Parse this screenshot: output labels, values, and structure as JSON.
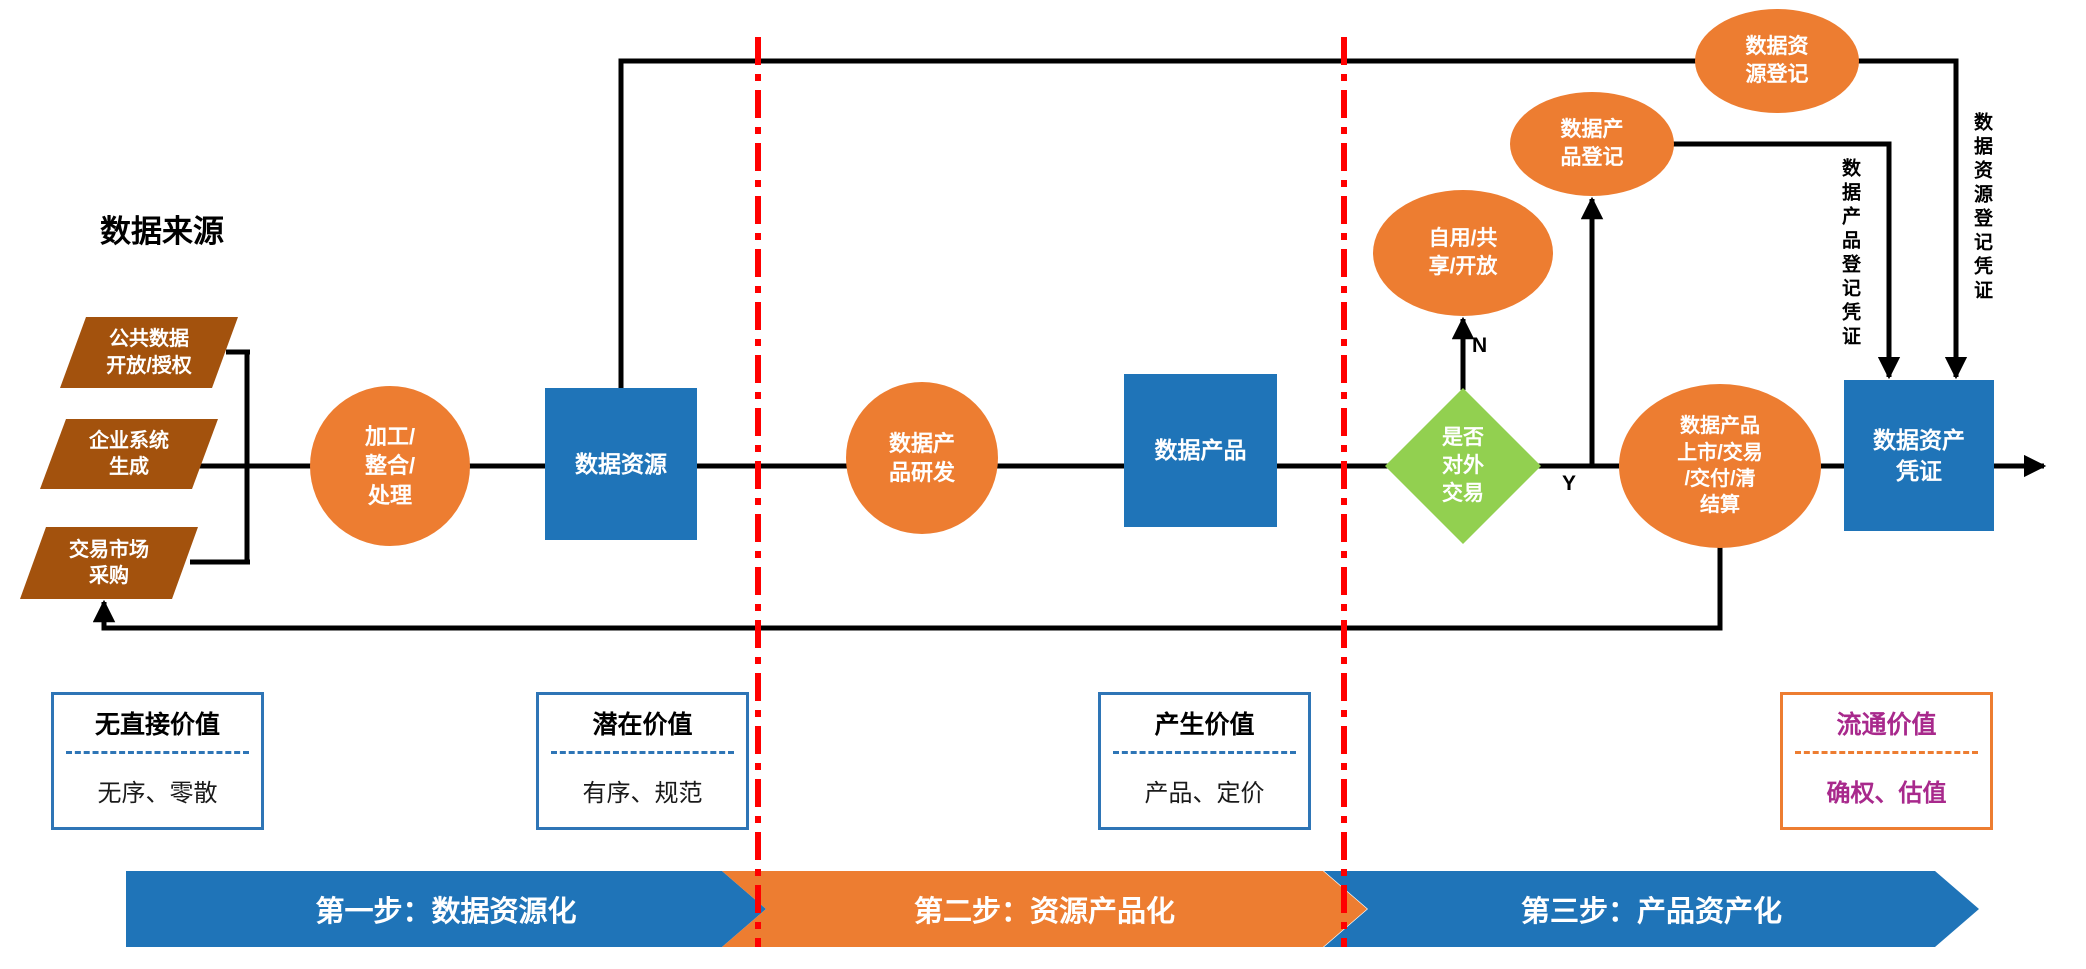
{
  "page": {
    "title": "数据来源"
  },
  "sources": [
    {
      "label": "公共数据\n开放/授权"
    },
    {
      "label": "企业系统\n生成"
    },
    {
      "label": "交易市场\n采购"
    }
  ],
  "process": {
    "processing_circle": "加工/\n整合/\n处理",
    "data_resource": "数据资源",
    "product_dev_circle": "数据产\n品研发",
    "data_product": "数据产品",
    "trade_decision": "是否\n对外\n交易",
    "decision_no": "N",
    "decision_yes": "Y",
    "self_use": "自用/共\n享/开放",
    "product_registration": "数据产\n品登记",
    "resource_registration": "数据资\n源登记",
    "market_listing": "数据产品\n上市/交易\n/交付/清\n结算",
    "asset_certificate": "数据资产\n凭证",
    "product_cert_label": "数据产品登记凭证",
    "resource_cert_label": "数据资源登记凭证"
  },
  "value_boxes": [
    {
      "title": "无直接价值",
      "body": "无序、零散",
      "theme": "blue"
    },
    {
      "title": "潜在价值",
      "body": "有序、规范",
      "theme": "blue"
    },
    {
      "title": "产生价值",
      "body": "产品、定价",
      "theme": "blue"
    },
    {
      "title": "流通价值",
      "body": "确权、估值",
      "theme": "orange-magenta"
    }
  ],
  "steps": [
    {
      "label": "第一步：数据资源化",
      "color": "#1F74B8"
    },
    {
      "label": "第二步：资源产品化",
      "color": "#ED7D31"
    },
    {
      "label": "第三步：产品资产化",
      "color": "#1F74B8"
    }
  ],
  "colors": {
    "flow_blue": "#1F74B8",
    "accent_orange": "#ED7D31",
    "source_brown": "#A3520D",
    "decision_green": "#92D050",
    "divider_red": "#FF0000",
    "circulation_magenta": "#A8298C",
    "line_black": "#000000"
  }
}
